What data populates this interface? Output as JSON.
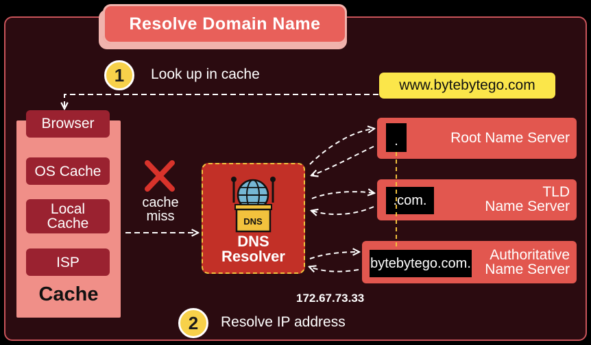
{
  "title": "Resolve Domain Name",
  "steps": [
    {
      "number": "1",
      "label": "Look up in cache"
    },
    {
      "number": "2",
      "label": "Resolve IP address"
    }
  ],
  "url": "www.bytebytego.com",
  "cache": {
    "browser": "Browser",
    "items": [
      "OS Cache",
      "Local\nCache",
      "ISP"
    ],
    "label": "Cache"
  },
  "cache_miss": "cache\nmiss",
  "resolver": {
    "badge": "DNS",
    "label_line1": "DNS",
    "label_line2": "Resolver"
  },
  "servers": {
    "root": {
      "tag": ".",
      "name": "Root Name Server"
    },
    "tld": {
      "tag": ".com.",
      "name_line1": "TLD",
      "name_line2": "Name Server"
    },
    "auth": {
      "tag": "bytebytego.com.",
      "name_line1": "Authoritative",
      "name_line2": "Name Server"
    }
  },
  "ip_address": "172.67.73.33",
  "colors": {
    "background": "#000000",
    "frame": "#2b0b10",
    "accent_red": "#e2574f",
    "dark_red": "#9a2230",
    "yellow": "#fbe64a"
  }
}
